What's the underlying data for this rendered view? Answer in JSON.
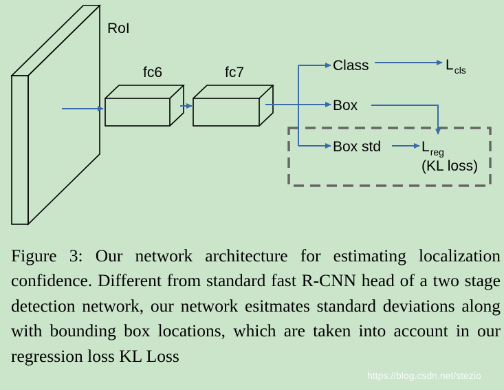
{
  "diagram": {
    "roi_label": "RoI",
    "fc6_label": "fc6",
    "fc7_label": "fc7",
    "class_label": "Class",
    "box_label": "Box",
    "box_std_label": "Box std",
    "lcls_main": "L",
    "lcls_sub": "cls",
    "lreg_main": "L",
    "lreg_sub": "reg",
    "kl_loss_label": "(KL loss)",
    "arrow_color": "#3a6aa8",
    "dashed_box_color": "#666666"
  },
  "caption": {
    "text": "Figure 3: Our network architecture for estimating localization confidence. Different from standard fast R-CNN head of a two stage detection network, our network esitmates standard deviations along with bounding box locations, which are taken into account in our regression loss KL Loss"
  },
  "watermark": "https://blog.csdn.net/stezio"
}
